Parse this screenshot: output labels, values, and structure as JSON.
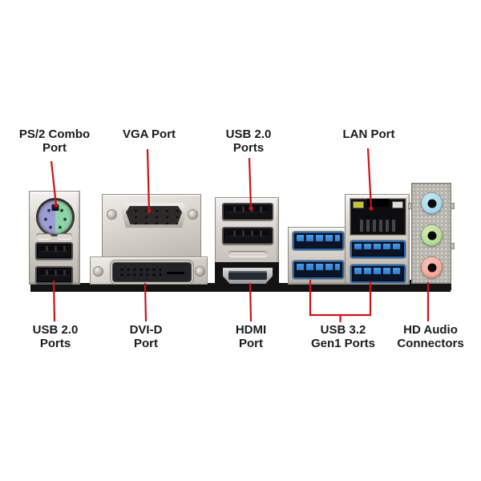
{
  "labels": {
    "ps2": {
      "line1": "PS/2 Combo",
      "line2": "Port"
    },
    "vga": {
      "line1": "VGA Port",
      "line2": ""
    },
    "usb2_top": {
      "line1": "USB 2.0",
      "line2": "Ports"
    },
    "lan": {
      "line1": "LAN Port",
      "line2": ""
    },
    "usb2_bottom": {
      "line1": "USB 2.0",
      "line2": "Ports"
    },
    "dvi": {
      "line1": "DVI-D",
      "line2": "Port"
    },
    "hdmi": {
      "line1": "HDMI",
      "line2": "Port"
    },
    "usb32": {
      "line1": "USB 3.2",
      "line2": "Gen1 Ports"
    },
    "audio": {
      "line1": "HD Audio",
      "line2": "Connectors"
    }
  },
  "colors": {
    "annotation_red": "#cc1417",
    "label_text": "#1c1c1c",
    "ps2_keyboard_purple": "#9d9dd6",
    "ps2_mouse_green": "#8fd3a8",
    "usb3_blue": "#2f7ccc",
    "audio_line_in_blue": "#a9d9ec",
    "audio_line_out_green": "#b9dd97",
    "audio_mic_pink": "#f3a99c",
    "lan_led_yellow": "#c6c33a",
    "pcb_bar_black": "#131313"
  }
}
